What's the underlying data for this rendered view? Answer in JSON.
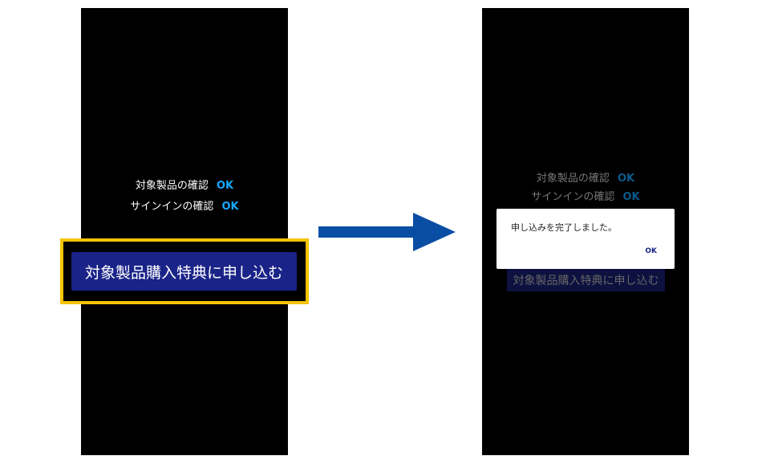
{
  "before": {
    "check_product": "対象製品の確認",
    "check_signin": "サインインの確認",
    "ok1": "OK",
    "ok2": "OK",
    "apply_button": "対象製品購入特典に申し込む"
  },
  "after": {
    "check_product": "対象製品の確認",
    "check_signin": "サインインの確認",
    "ok1": "OK",
    "ok2": "OK",
    "apply_button": "対象製品購入特典に申し込む",
    "dialog": {
      "message": "申し込みを完了しました。",
      "ok_button": "OK"
    }
  },
  "colors": {
    "highlight": "#f5c400",
    "button": "#1a2388",
    "arrow": "#0a4ea3",
    "ok": "#1aa7ff"
  }
}
